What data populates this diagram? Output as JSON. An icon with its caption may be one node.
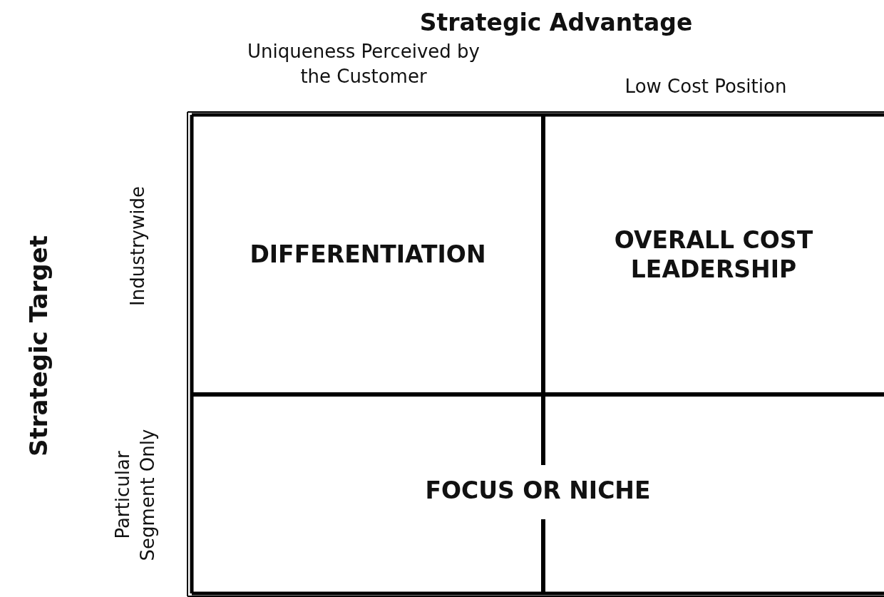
{
  "diagram": {
    "title": "Strategic Advantage",
    "nodes": [
      {
        "text": [
          "DIFFERENTIATION"
        ]
      },
      {
        "text": [
          "OVERALL COST LEADERSHIP"
        ]
      },
      {
        "text": [
          "FOCUS OR NICHE"
        ]
      }
    ],
    "labels": [
      "Uniqueness Perceived by the Customer",
      "Low Cost Position",
      "Strategic Target",
      "Industrywide",
      "Particular Segment Only"
    ]
  }
}
